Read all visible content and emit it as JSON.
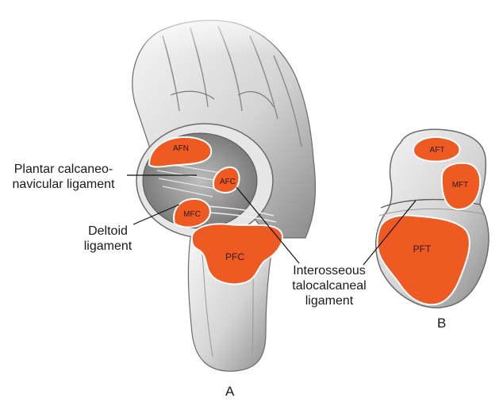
{
  "colors": {
    "facet": "#ee5a22",
    "bone_light": "#efefef",
    "bone_mid": "#c8c8c8",
    "bone_dark": "#6b6b6b",
    "line": "#111111"
  },
  "facets_a": {
    "afn": "AFN",
    "afc": "AFC",
    "mfc": "MFC",
    "pfc": "PFC"
  },
  "facets_b": {
    "aft": "AFT",
    "mft": "MFT",
    "pft": "PFT"
  },
  "labels": {
    "plantar_line1": "Plantar calcaneo-",
    "plantar_line2": "navicular ligament",
    "deltoid_line1": "Deltoid",
    "deltoid_line2": "ligament",
    "interosseous_line1": "Interosseous",
    "interosseous_line2": "talocalcaneal",
    "interosseous_line3": "ligament"
  },
  "panels": {
    "a": "A",
    "b": "B"
  }
}
